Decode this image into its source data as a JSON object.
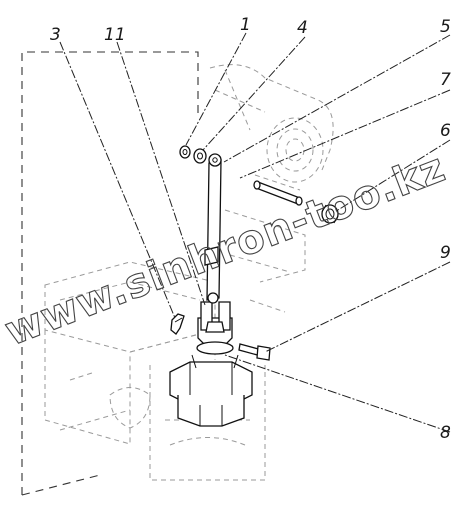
{
  "callouts": [
    {
      "id": "c1",
      "label": "1"
    },
    {
      "id": "c4",
      "label": "4"
    },
    {
      "id": "c5",
      "label": "5"
    },
    {
      "id": "c7",
      "label": "7"
    },
    {
      "id": "c6",
      "label": "6"
    },
    {
      "id": "c9",
      "label": "9"
    },
    {
      "id": "c8",
      "label": "8"
    },
    {
      "id": "c3",
      "label": "3"
    },
    {
      "id": "c11",
      "label": "11"
    }
  ],
  "watermark": {
    "text": "www.sinhron-too.kz"
  },
  "colors": {
    "line": "#111111",
    "ghost": "#9a9a9a",
    "background": "#ffffff"
  }
}
